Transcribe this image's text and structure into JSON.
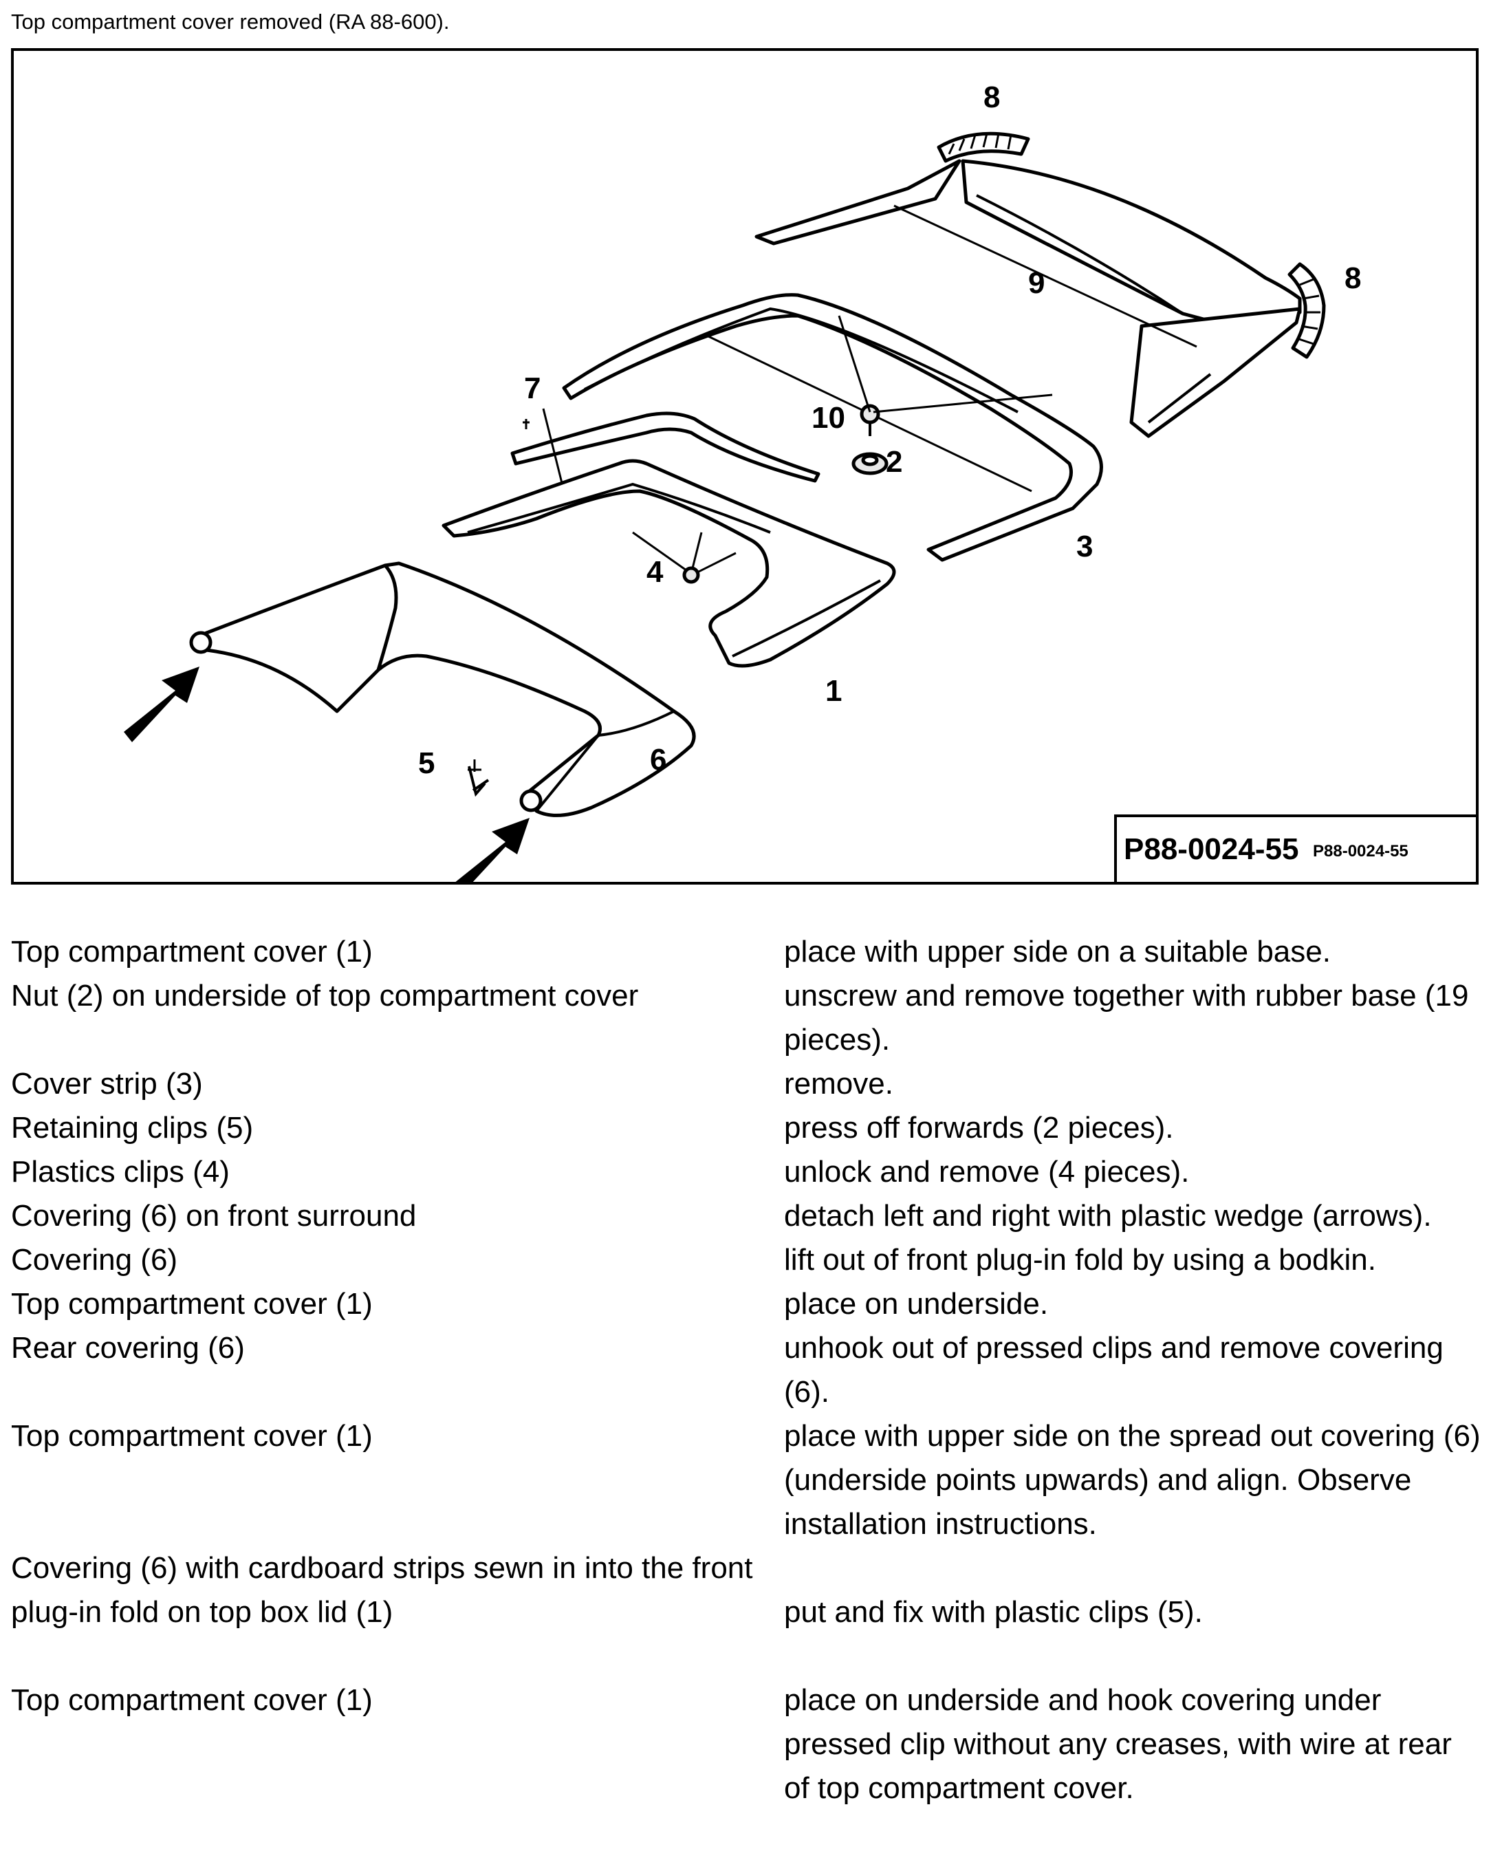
{
  "header": {
    "title": "Top compartment cover removed (RA 88-600)."
  },
  "figure": {
    "label_main": "P88-0024-55",
    "label_small": "P88-0024-55",
    "callouts": [
      "1",
      "2",
      "3",
      "4",
      "5",
      "6",
      "7",
      "8",
      "8",
      "9",
      "10"
    ]
  },
  "steps": [
    {
      "part": "Top compartment cover (1)",
      "action": "place with upper side on a suitable base."
    },
    {
      "part": "Nut (2) on underside of top compartment cover",
      "action": "unscrew and remove together with rubber base (19 pieces)."
    },
    {
      "part": "Cover strip (3)",
      "action": "remove."
    },
    {
      "part": "Retaining clips (5)",
      "action": "press off forwards (2 pieces)."
    },
    {
      "part": "Plastics clips (4)",
      "action": "unlock and remove (4 pieces)."
    },
    {
      "part": "Covering (6) on front surround",
      "action": "detach left and right with plastic wedge (arrows)."
    },
    {
      "part": "Covering (6)",
      "action": "lift out of front plug-in fold by using a bodkin."
    },
    {
      "part": "Top compartment cover (1)",
      "action": "place on underside."
    },
    {
      "part": "Rear covering (6)",
      "action": "unhook out of pressed clips and remove covering (6)."
    },
    {
      "part": "Top compartment cover (1)",
      "action": "place with upper side on the spread out covering (6) (underside points upwards) and align. Observe installation instructions."
    },
    {
      "part": "Covering (6) with cardboard strips sewn in into the front plug-in fold on top box lid (1)",
      "action": "put and fix with plastic clips (5)."
    },
    {
      "part": "Top compartment cover (1)",
      "action": "place on underside and hook covering under pressed clip without any creases, with wire at rear of top compartment cover."
    }
  ]
}
